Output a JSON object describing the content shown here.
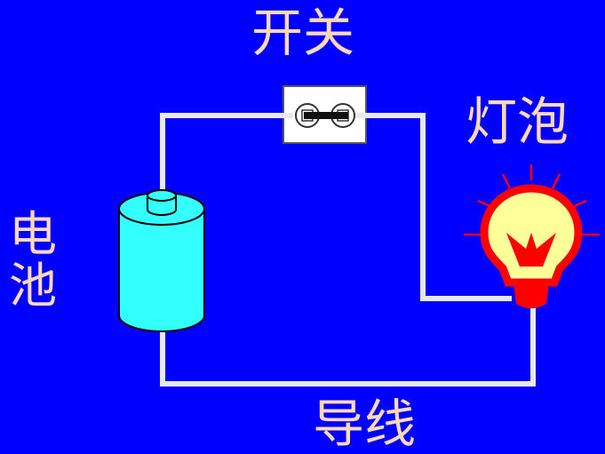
{
  "labels": {
    "switch": "开关",
    "bulb": "灯泡",
    "battery": "电池",
    "wire": "导线"
  },
  "colors": {
    "background": "#0000ff",
    "label": "#ffd9b3",
    "wire": "#e8e8f0",
    "battery": "#33ffff",
    "bulb_glow": "#ffff99",
    "bulb_outline": "#ff0000"
  }
}
